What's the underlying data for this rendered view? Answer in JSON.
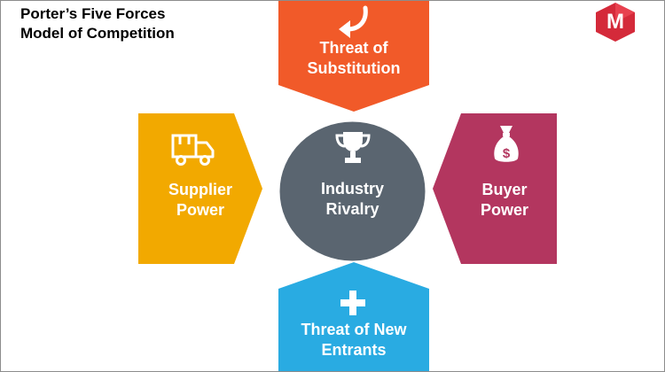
{
  "title": {
    "line1": "Porter’s Five Forces",
    "line2": "Model of Competition"
  },
  "logo": {
    "letter": "M",
    "color": "#d42a3a",
    "icon": "brand-hexagon-logo"
  },
  "forces": {
    "substitution": {
      "line1": "Threat of",
      "line2": "Substitution",
      "color": "#f15a29",
      "icon": "curved-arrow-icon"
    },
    "supplier": {
      "line1": "Supplier",
      "line2": "Power",
      "color": "#f2a900",
      "icon": "delivery-truck-icon"
    },
    "buyer": {
      "line1": "Buyer",
      "line2": "Power",
      "color": "#b3365f",
      "icon": "money-bag-icon"
    },
    "new_entrants": {
      "line1": "Threat of New",
      "line2": "Entrants",
      "color": "#29abe2",
      "icon": "plus-icon"
    }
  },
  "center": {
    "line1": "Industry",
    "line2": "Rivalry",
    "color": "#5a6570",
    "icon": "trophy-icon"
  }
}
